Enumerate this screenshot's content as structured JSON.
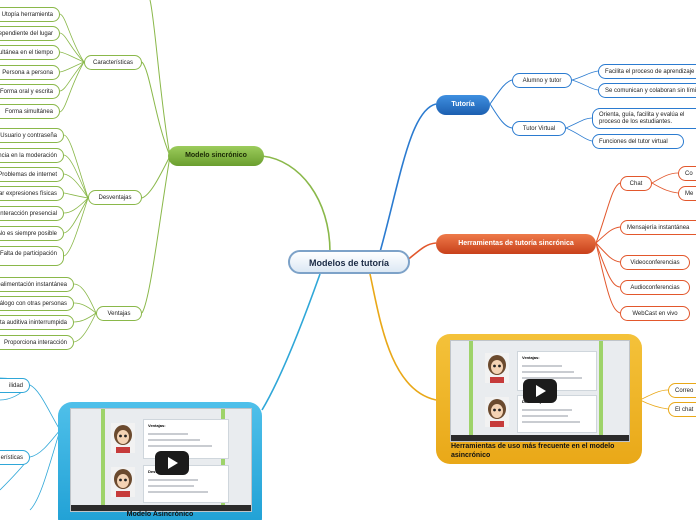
{
  "root": {
    "label": "Modelos de tutoría"
  },
  "sincronico": {
    "label": "Modelo sincrónico",
    "caracteristicas": {
      "label": "Características",
      "items": [
        "Utopía herramienta",
        "Independiente del lugar",
        "Simultánea en el tiempo",
        "Persona a persona",
        "Forma oral y escrita",
        "Forma simultánea"
      ]
    },
    "desventajas": {
      "label": "Desventajas",
      "items": [
        "Usuario y contraseña",
        "Dependencia en la moderación",
        "Problemas de internet",
        "Interpretar expresiones físicas",
        "Interacción presencial",
        "No es siempre posible",
        "Falta de participación"
      ]
    },
    "ventajas": {
      "label": "Ventajas",
      "items": [
        "Retroalimentación instantánea",
        "Diálogo con otras personas",
        "Respuesta auditiva ininterrumpida",
        "Proporciona interacción"
      ]
    }
  },
  "tutoria": {
    "label": "Tutoría",
    "alumno": {
      "label": "Alumno y tutor",
      "items": [
        "Facilita el proceso de aprendizaje",
        "Se comunican y colaboran sin límites"
      ]
    },
    "virtual": {
      "label": "Tutor Virtual",
      "items": [
        "Orienta, guía, facilita y evalúa el proceso de los estudiantes.",
        "Funciones del tutor virtual"
      ]
    }
  },
  "herramientas": {
    "label": "Herramientas de tutoría sincrónica",
    "chat": {
      "label": "Chat",
      "items": [
        "Co",
        "Me"
      ]
    },
    "items": [
      "Mensajería instantánea",
      "Videoconferencias",
      "Audioconferencias",
      "WebCast en vivo"
    ]
  },
  "asincronico_card": {
    "title": "Herramientas de uso más frecuente en el modelo asincrónico",
    "items": [
      "Correo",
      "El chat"
    ]
  },
  "modelo_asincronico": {
    "title": "Modelo Asincrónico",
    "left_items": [
      "ilidad",
      "erísticas"
    ]
  },
  "slide": {
    "top_heading": "Ventajas:",
    "bottom_heading": "Desventajas:"
  },
  "colors": {
    "green": "#8ab84a",
    "blue": "#2b7bd0",
    "orange": "#e2572c",
    "yellow": "#e9a818",
    "cyan": "#2fa7d8"
  }
}
